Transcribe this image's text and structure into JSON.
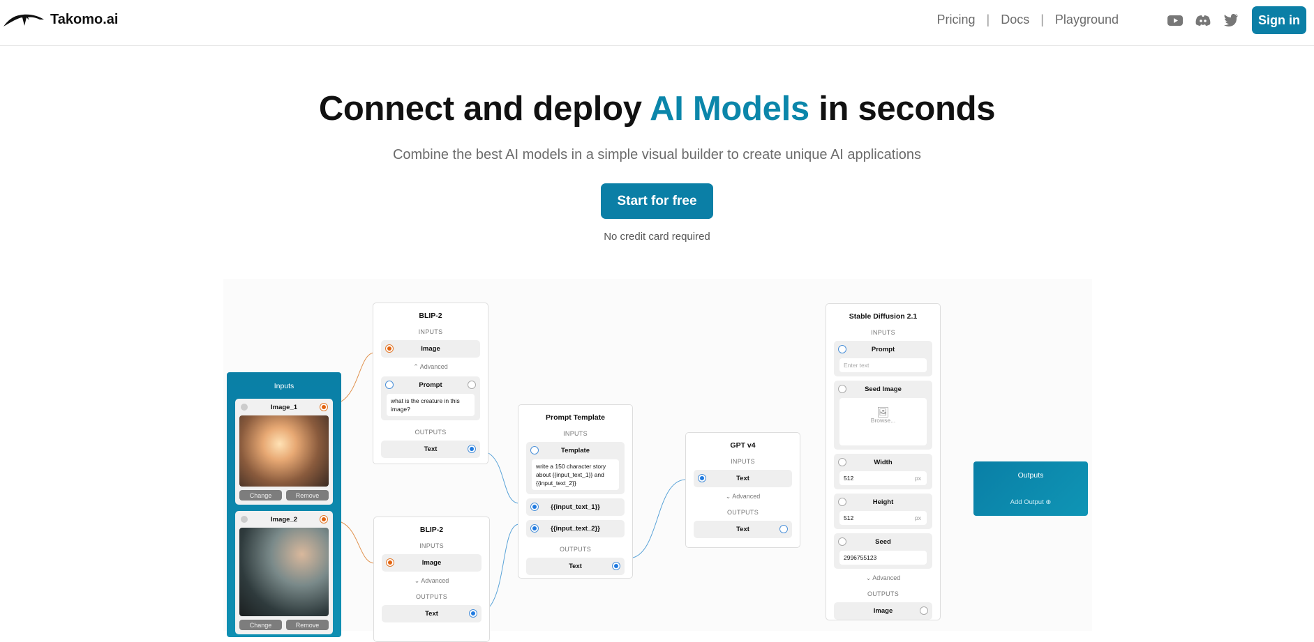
{
  "nav": {
    "brand": "Takomo.ai",
    "links": [
      "Pricing",
      "Docs",
      "Playground"
    ],
    "separator": "|",
    "social": [
      "youtube-icon",
      "discord-icon",
      "twitter-icon"
    ],
    "signin": "Sign in"
  },
  "hero": {
    "title_pre": "Connect and deploy ",
    "title_accent": "AI Models",
    "title_post": " in seconds",
    "subtitle": "Combine the best AI models in a simple visual builder to create unique AI applications",
    "cta": "Start for free",
    "note": "No credit card required"
  },
  "colors": {
    "accent": "#0b7fa6",
    "wire_orange": "#e0924f",
    "wire_blue": "#5aa3d8"
  },
  "inputs": {
    "title": "Inputs",
    "images": [
      {
        "name": "Image_1"
      },
      {
        "name": "Image_2"
      }
    ],
    "change": "Change",
    "remove": "Remove"
  },
  "blip_top": {
    "title": "BLIP-2",
    "inputs": "INPUTS",
    "image": "Image",
    "advanced": "Advanced",
    "prompt": "Prompt",
    "prompt_value": "what is the creature in this image?",
    "outputs": "OUTPUTS",
    "text": "Text"
  },
  "blip_bottom": {
    "title": "BLIP-2",
    "inputs": "INPUTS",
    "image": "Image",
    "advanced": "Advanced",
    "outputs": "OUTPUTS",
    "text": "Text"
  },
  "template": {
    "title": "Prompt Template",
    "inputs": "INPUTS",
    "template": "Template",
    "template_value": "write a 150 character story about {{input_text_1}} and {{input_text_2}}",
    "var1": "{{input_text_1}}",
    "var2": "{{input_text_2}}",
    "outputs": "OUTPUTS",
    "text": "Text"
  },
  "gpt": {
    "title": "GPT v4",
    "inputs": "INPUTS",
    "text_in": "Text",
    "advanced": "Advanced",
    "outputs": "OUTPUTS",
    "text_out": "Text"
  },
  "sd": {
    "title": "Stable Diffusion 2.1",
    "inputs": "INPUTS",
    "prompt": "Prompt",
    "prompt_placeholder": "Enter text",
    "seed_image": "Seed Image",
    "browse": "Browse...",
    "width": "Width",
    "width_value": "512",
    "height": "Height",
    "height_value": "512",
    "unit": "px",
    "seed": "Seed",
    "seed_value": "2996755123",
    "advanced": "Advanced",
    "outputs": "OUTPUTS",
    "image": "Image"
  },
  "outputs": {
    "title": "Outputs",
    "add": "Add Output"
  }
}
